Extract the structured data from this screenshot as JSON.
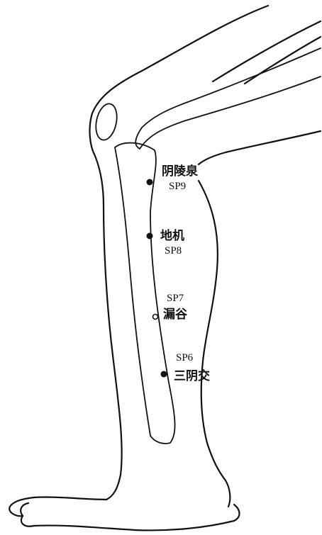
{
  "points": [
    {
      "name": "阴陵泉",
      "code": "SP9",
      "marker": "filled"
    },
    {
      "name": "地机",
      "code": "SP8",
      "marker": "filled"
    },
    {
      "name": "漏谷",
      "code": "SP7",
      "marker": "open"
    },
    {
      "name": "三阴交",
      "code": "SP6",
      "marker": "filled"
    }
  ]
}
